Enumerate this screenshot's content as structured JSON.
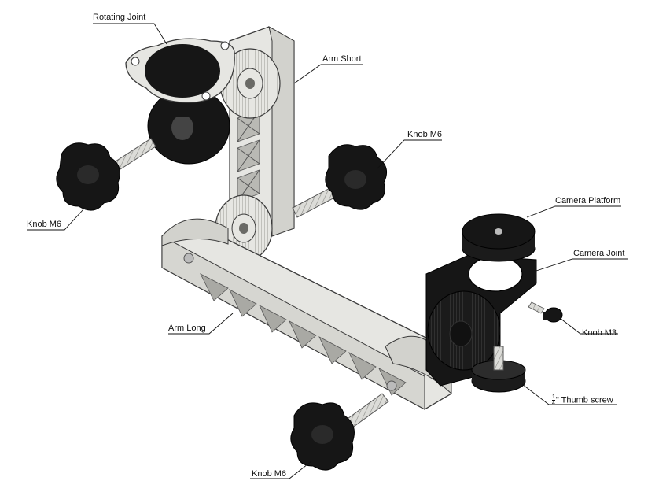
{
  "labels": {
    "rotating_joint": "Rotating Joint",
    "arm_short": "Arm Short",
    "knob_m6_upper": "Knob M6",
    "knob_m6_left": "Knob M6",
    "camera_platform": "Camera Platform",
    "camera_joint": "Camera Joint",
    "arm_long": "Arm Long",
    "knob_m3": "Knob M3",
    "thumb_screw_num": "1",
    "thumb_screw_den": "4",
    "thumb_screw_text": "\" Thumb screw",
    "knob_m6_bottom": "Knob M6"
  },
  "colors": {
    "part_light": "#e6e6e2",
    "part_shade": "#c9c9c4",
    "part_dark": "#161616",
    "outline": "#3a3a3a",
    "leader": "#111111"
  }
}
